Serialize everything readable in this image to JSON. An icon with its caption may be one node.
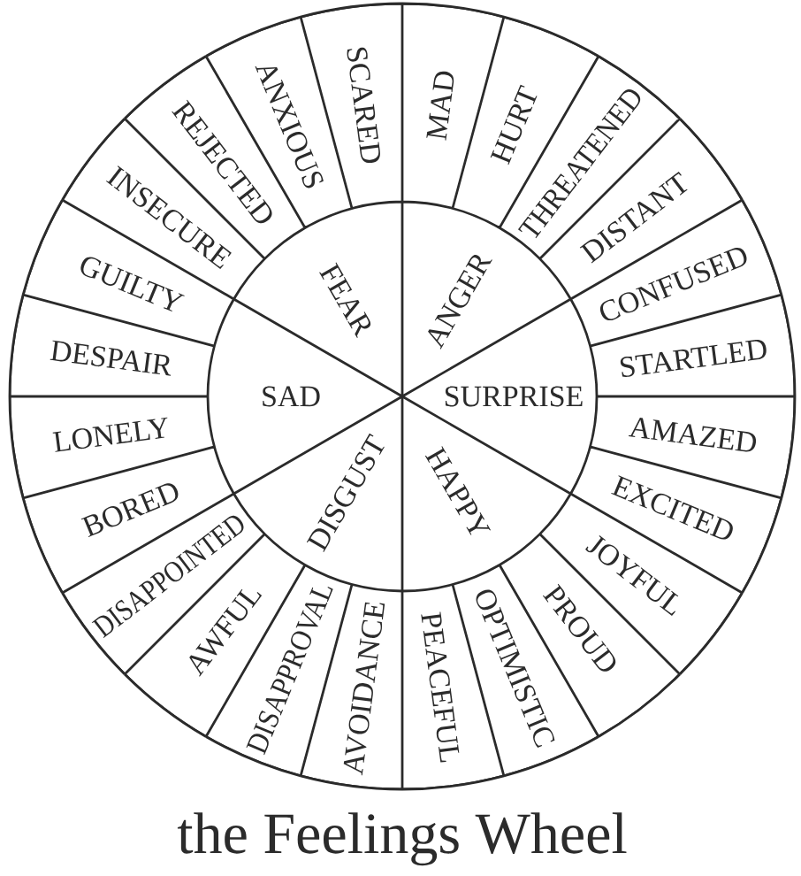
{
  "diagram": {
    "caption": "the Feelings Wheel",
    "nodes": [
      {
        "text": [
          "ANGER"
        ]
      },
      {
        "text": [
          "SURPRISE"
        ]
      },
      {
        "text": [
          "HAPPY"
        ]
      },
      {
        "text": [
          "DISGUST"
        ]
      },
      {
        "text": [
          "SAD"
        ]
      },
      {
        "text": [
          "FEAR"
        ]
      },
      {
        "text": [
          "MAD"
        ]
      },
      {
        "text": [
          "HURT"
        ]
      },
      {
        "text": [
          "THREATENED"
        ]
      },
      {
        "text": [
          "DISTANT"
        ]
      },
      {
        "text": [
          "CONFUSED"
        ]
      },
      {
        "text": [
          "STARTLED"
        ]
      },
      {
        "text": [
          "AMAZED"
        ]
      },
      {
        "text": [
          "EXCITED"
        ]
      },
      {
        "text": [
          "JOYFUL"
        ]
      },
      {
        "text": [
          "PROUD"
        ]
      },
      {
        "text": [
          "OPTIMISTIC"
        ]
      },
      {
        "text": [
          "PEACEFUL"
        ]
      },
      {
        "text": [
          "AVOIDANCE"
        ]
      },
      {
        "text": [
          "DISAPPROVAL"
        ]
      },
      {
        "text": [
          "AWFUL"
        ]
      },
      {
        "text": [
          "DISAPPOINTED"
        ]
      },
      {
        "text": [
          "BORED"
        ]
      },
      {
        "text": [
          "LONELY"
        ]
      },
      {
        "text": [
          "DESPAIR"
        ]
      },
      {
        "text": [
          "GUILTY"
        ]
      },
      {
        "text": [
          "INSECURE"
        ]
      },
      {
        "text": [
          "REJECTED"
        ]
      },
      {
        "text": [
          "ANXIOUS"
        ]
      },
      {
        "text": [
          "SCARED"
        ]
      }
    ]
  }
}
